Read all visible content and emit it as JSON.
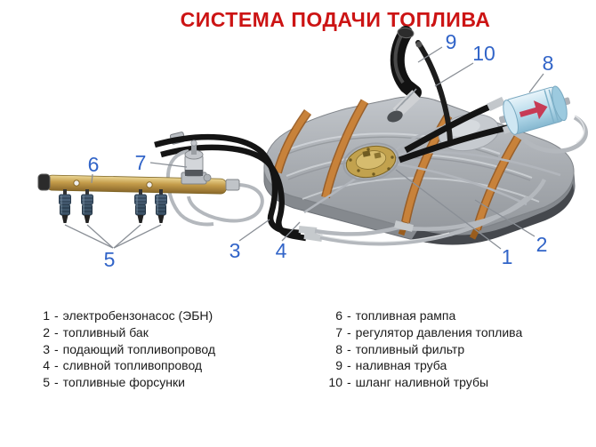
{
  "title": "СИСТЕМА ПОДАЧИ ТОПЛИВА",
  "callouts": {
    "c1": "1",
    "c2": "2",
    "c3": "3",
    "c4": "4",
    "c5": "5",
    "c6": "6",
    "c7": "7",
    "c8": "8",
    "c9": "9",
    "c10": "10"
  },
  "legend": {
    "separator": "-",
    "left": [
      {
        "num": "1",
        "text": "электробензонасос (ЭБН)"
      },
      {
        "num": "2",
        "text": "топливный бак"
      },
      {
        "num": "3",
        "text": "подающий топливопровод"
      },
      {
        "num": "4",
        "text": "сливной топливопровод"
      },
      {
        "num": "5",
        "text": "топливные форсунки"
      }
    ],
    "right": [
      {
        "num": "6",
        "text": "топливная рампа"
      },
      {
        "num": "7",
        "text": "регулятор давления топлива"
      },
      {
        "num": "8",
        "text": "топливный фильтр"
      },
      {
        "num": "9",
        "text": "наливная труба"
      },
      {
        "num": "10",
        "text": "шланг наливной трубы"
      }
    ]
  },
  "colors": {
    "title_red": "#cc1414",
    "callout_blue": "#3164c8",
    "tank_top_gray": "#aaaeb3",
    "tank_front_gray": "#85898e",
    "tank_dark_band": "#45484d",
    "strap_orange": "#c8823a",
    "rail_gold": "#c49c4a",
    "injector_blue": "#41596e",
    "filter_blue": "#bfe0ef",
    "flow_arrow_red": "#c73b55",
    "leader_gray": "#8a8f96"
  }
}
